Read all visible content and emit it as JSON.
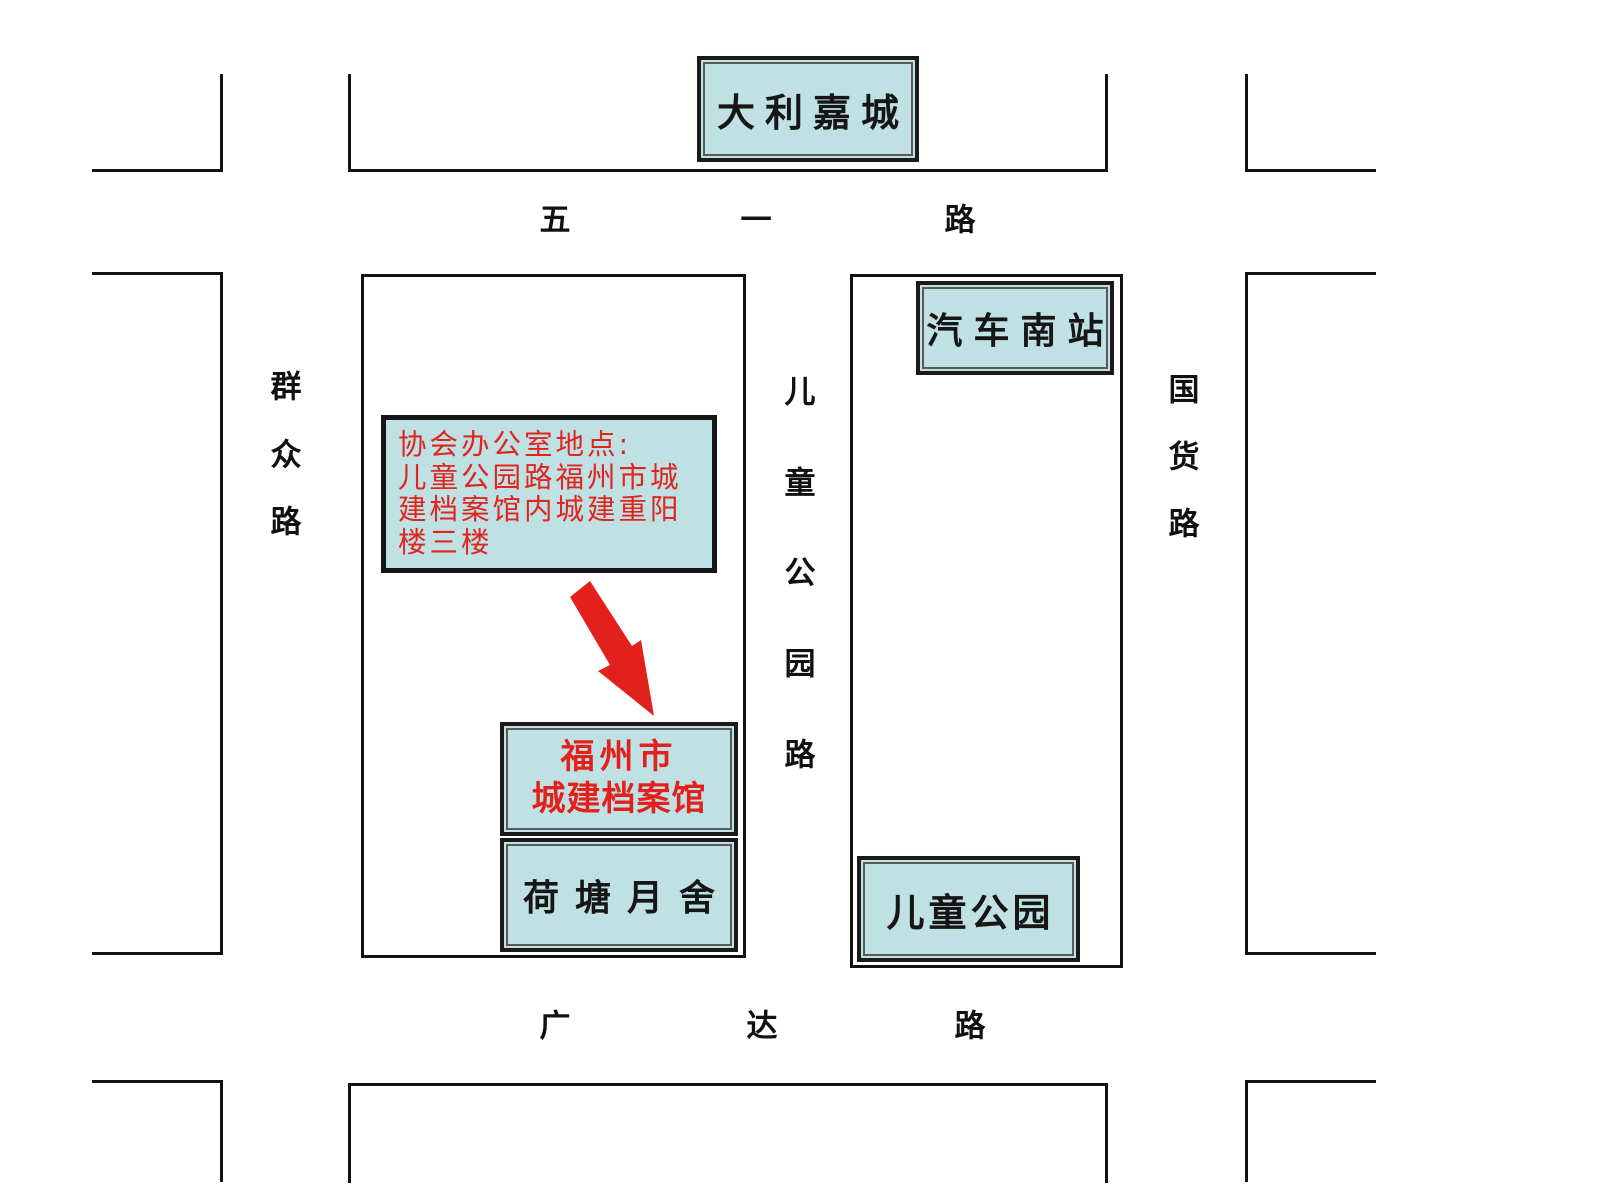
{
  "landmarks": {
    "dalijia": "大利嘉城",
    "bus_station": "汽车南站",
    "archive": {
      "line1": "福州市",
      "line2": "城建档案馆"
    },
    "hetang": "荷塘月舍",
    "ertong_park": "儿童公园"
  },
  "office_info": {
    "lines": [
      "协会办公室地点:",
      "儿童公园路福州市城",
      "建档案馆内城建重阳",
      "楼三楼"
    ]
  },
  "roads": {
    "wuyi": [
      "五",
      "一",
      "路"
    ],
    "guangda": [
      "广",
      "达",
      "路"
    ],
    "qunzhong": [
      "群",
      "众",
      "路"
    ],
    "guohuo": [
      "国",
      "货",
      "路"
    ],
    "ertong_park_road": [
      "儿",
      "童",
      "公",
      "园",
      "路"
    ]
  },
  "colors": {
    "label_fill": "#bfe1e3",
    "highlight_text": "#e3211c",
    "arrow": "#e3211c",
    "line": "#111111"
  },
  "icons": {
    "pointer": "red-arrow-icon"
  }
}
